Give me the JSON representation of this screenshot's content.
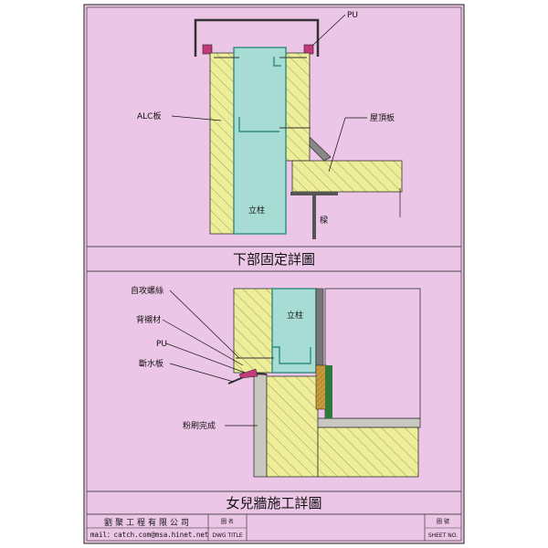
{
  "colors": {
    "paper": "#ecc6e6",
    "alc": "#eded9a",
    "column": "#a6dcd3",
    "column_edge": "#2f8c80",
    "concrete": "#c8c8c0",
    "sealant": "#c43a7a",
    "wood": "#c99a3a",
    "flashing": "#333333"
  },
  "upper_detail": {
    "labels": {
      "pu": "PU",
      "alc": "ALC板",
      "roof_panel": "屋頂板",
      "column": "立柱",
      "beam": "樑"
    },
    "caption": "下部固定詳圖"
  },
  "lower_detail": {
    "labels": {
      "screw": "自攻螺絲",
      "backing": "背襯材",
      "pu": "PU",
      "drip": "斷水板",
      "plaster": "粉刷完成",
      "column": "立柱"
    },
    "caption": "女兒牆施工詳圖"
  },
  "title_block": {
    "company": "劉聚工程有限公司",
    "mail": "mail：catch.com@msa.hinet.net",
    "drawing_name_label": "圖  名",
    "drawing_title_label": "DWG TITLE",
    "drawing_no_label": "圖  號",
    "sheet_no_label": "SHEET NO."
  }
}
